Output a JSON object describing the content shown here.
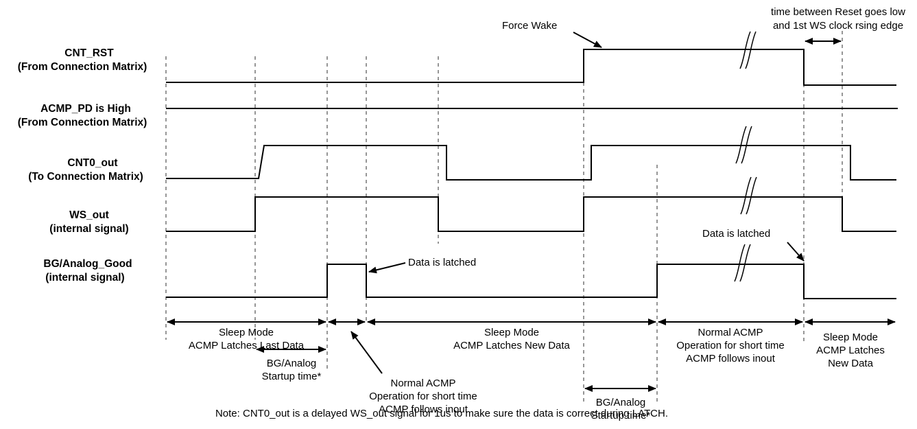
{
  "signals": [
    {
      "name": "CNT_RST",
      "sub": "(From Connection Matrix)"
    },
    {
      "name": "ACMP_PD is High",
      "sub": "(From Connection Matrix)"
    },
    {
      "name": "CNT0_out",
      "sub": "(To Connection Matrix)"
    },
    {
      "name": "WS_out",
      "sub": "(internal signal)"
    },
    {
      "name": "BG/Analog_Good",
      "sub": "(internal signal)"
    }
  ],
  "annotations": {
    "force_wake": "Force Wake",
    "reset_note_1": "time between Reset goes low",
    "reset_note_2": "and 1st WS clock rsing edge",
    "data_latched_1": "Data is latched",
    "data_latched_2": "Data is latched"
  },
  "phases": {
    "sleep1_a": "Sleep Mode",
    "sleep1_b": "ACMP Latches Last Data",
    "sleep2_a": "Sleep Mode",
    "sleep2_b": "ACMP Latches New Data",
    "normal_a": "Normal ACMP",
    "normal_b": "Operation for short time",
    "normal_c": "ACMP follows inout",
    "sleep3_a": "Sleep Mode",
    "sleep3_b": "ACMP Latches",
    "sleep3_c": "New Data",
    "short_a": "Normal ACMP",
    "short_b": "Operation for short time",
    "short_c": "ACMP follows inout",
    "bg1_a": "BG/Analog",
    "bg1_b": "Startup time*",
    "bg2_a": "BG/Analog",
    "bg2_b": "Startup time*"
  },
  "note": "Note: CNT0_out is a delayed WS_out  signal for 1us to make sure the data is correct during LATCH."
}
